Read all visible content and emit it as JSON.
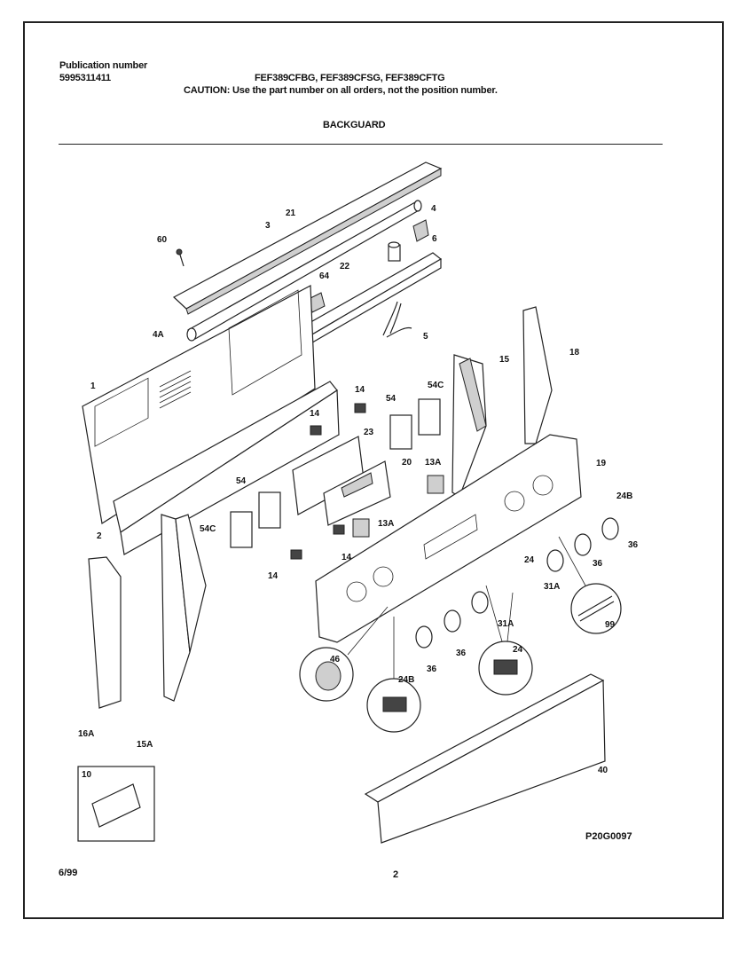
{
  "header": {
    "publication_label": "Publication number",
    "publication_number": "5995311411",
    "models": "FEF389CFBG, FEF389CFSG, FEF389CFTG",
    "caution": "CAUTION:  Use the part number on all orders, not the position number.",
    "section_title": "BACKGUARD"
  },
  "callouts": [
    "21",
    "3",
    "4",
    "60",
    "6",
    "22",
    "64",
    "5",
    "4A",
    "1",
    "15",
    "18",
    "14",
    "54",
    "54C",
    "14",
    "23",
    "20",
    "13A",
    "19",
    "24B",
    "54",
    "54C",
    "13A",
    "14",
    "36",
    "2",
    "14",
    "24",
    "36",
    "31A",
    "99",
    "31A",
    "46",
    "36",
    "24",
    "24B",
    "36",
    "16A",
    "15A",
    "40",
    "10"
  ],
  "footer": {
    "date": "6/99",
    "page": "2",
    "figure_id": "P20G0097"
  }
}
